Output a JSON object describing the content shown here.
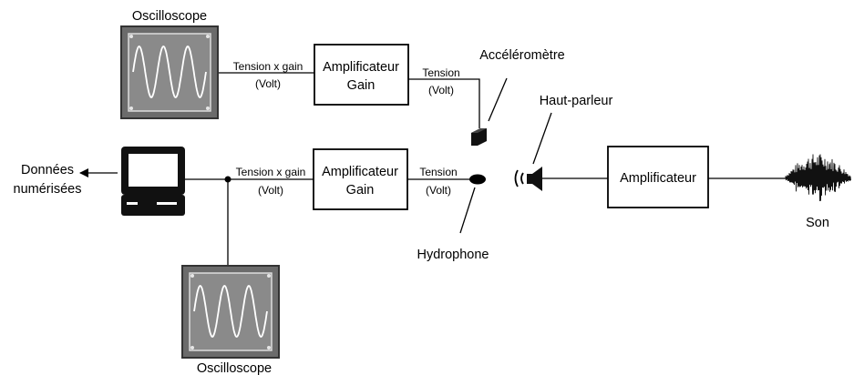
{
  "oscilloscope_top": {
    "label": "Oscilloscope"
  },
  "oscilloscope_bottom": {
    "label": "Oscilloscope"
  },
  "amplifier_gain_top": {
    "line1": "Amplificateur",
    "line2": "Gain"
  },
  "amplifier_gain_bottom": {
    "line1": "Amplificateur",
    "line2": "Gain"
  },
  "amplifier": {
    "label": "Amplificateur"
  },
  "signals": {
    "tension_gain_top": {
      "line1": "Tension x gain",
      "line2": "(Volt)"
    },
    "tension_top": {
      "line1": "Tension",
      "line2": "(Volt)"
    },
    "tension_gain_bottom": {
      "line1": "Tension x gain",
      "line2": "(Volt)"
    },
    "tension_bottom": {
      "line1": "Tension",
      "line2": "(Volt)"
    }
  },
  "accelerometer": {
    "label": "Accéléromètre"
  },
  "hydrophone": {
    "label": "Hydrophone"
  },
  "loudspeaker": {
    "label": "Haut-parleur"
  },
  "sound": {
    "label": "Son"
  },
  "digitized_data": {
    "line1": "Données",
    "line2": "numérisées"
  },
  "colors": {
    "screen_bezel": "#6b6b6b",
    "screen_face": "#8a8a8a",
    "trace": "#ffffff"
  },
  "icons": [
    "oscilloscope-icon",
    "computer-icon",
    "accelerometer-icon",
    "hydrophone-icon",
    "loudspeaker-icon",
    "sound-waveform-icon"
  ]
}
